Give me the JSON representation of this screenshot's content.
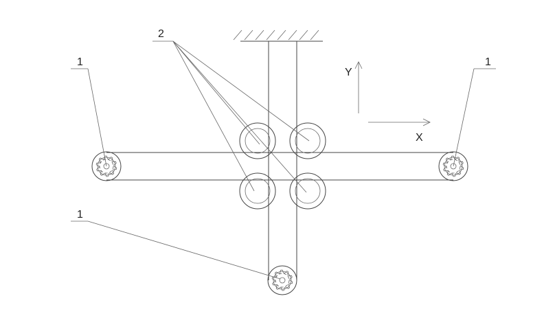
{
  "labels": {
    "drive": "1",
    "pulley": "2",
    "axis_x": "X",
    "axis_y": "Y"
  },
  "colors": {
    "line": "#444444",
    "background": "#ffffff"
  }
}
